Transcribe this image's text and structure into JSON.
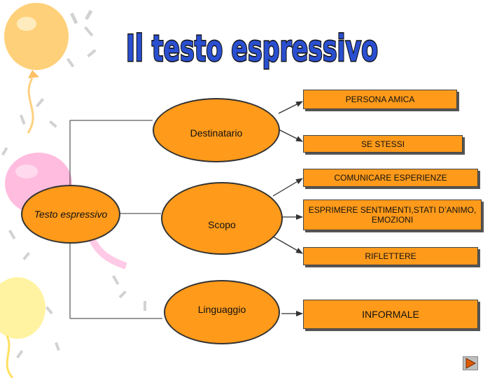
{
  "title": "Il testo espressivo",
  "nodes": {
    "root": "Testo espressivo",
    "destinatario": "Destinatario",
    "scopo": "Scopo",
    "linguaggio": "Linguaggio"
  },
  "boxes": {
    "persona_amica": "PERSONA AMICA",
    "se_stessi": "SE STESSI",
    "comunicare": "COMUNICARE ESPERIENZE",
    "esprimere": "ESPRIMERE SENTIMENTI,STATI D’ANIMO, EMOZIONI",
    "riflettere": "RIFLETTERE",
    "informale": "INFORMALE"
  },
  "colors": {
    "node_fill": "#ff9a1a",
    "title_fill": "#2a4fd0",
    "title_outline": "#111111"
  },
  "icons": {
    "next": "play-triangle-icon"
  }
}
